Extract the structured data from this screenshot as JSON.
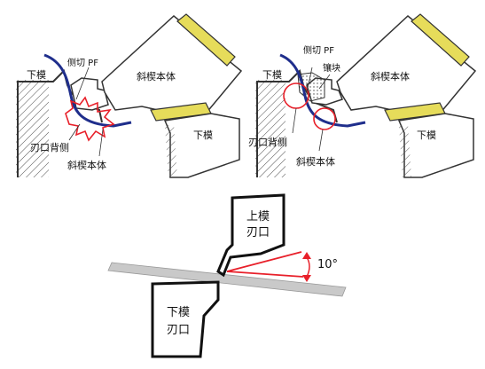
{
  "left_panel": {
    "lower_die": "下模",
    "side_cut_pf": "侧切 PF",
    "wedge_body": "斜楔本体",
    "lower_die_right": "下模",
    "edge_back": "刃口背侧",
    "wedge_body_bottom": "斜楔本体"
  },
  "right_panel": {
    "lower_die": "下模",
    "side_cut_pf": "侧切 PF",
    "insert": "镶块",
    "wedge_body": "斜楔本体",
    "lower_die_right": "下模",
    "edge_back": "刃口背侧",
    "wedge_body_bottom": "斜楔本体"
  },
  "bottom_panel": {
    "upper_die_line1": "上模",
    "upper_die_line2": "刃口",
    "lower_die_line1": "下模",
    "lower_die_line2": "刃口",
    "angle": "10°"
  },
  "colors": {
    "strip": "#1f2e8c",
    "highlight": "#e8202a",
    "guide_plate": "#e6dc5a",
    "sheet": "#c9c9c9"
  }
}
